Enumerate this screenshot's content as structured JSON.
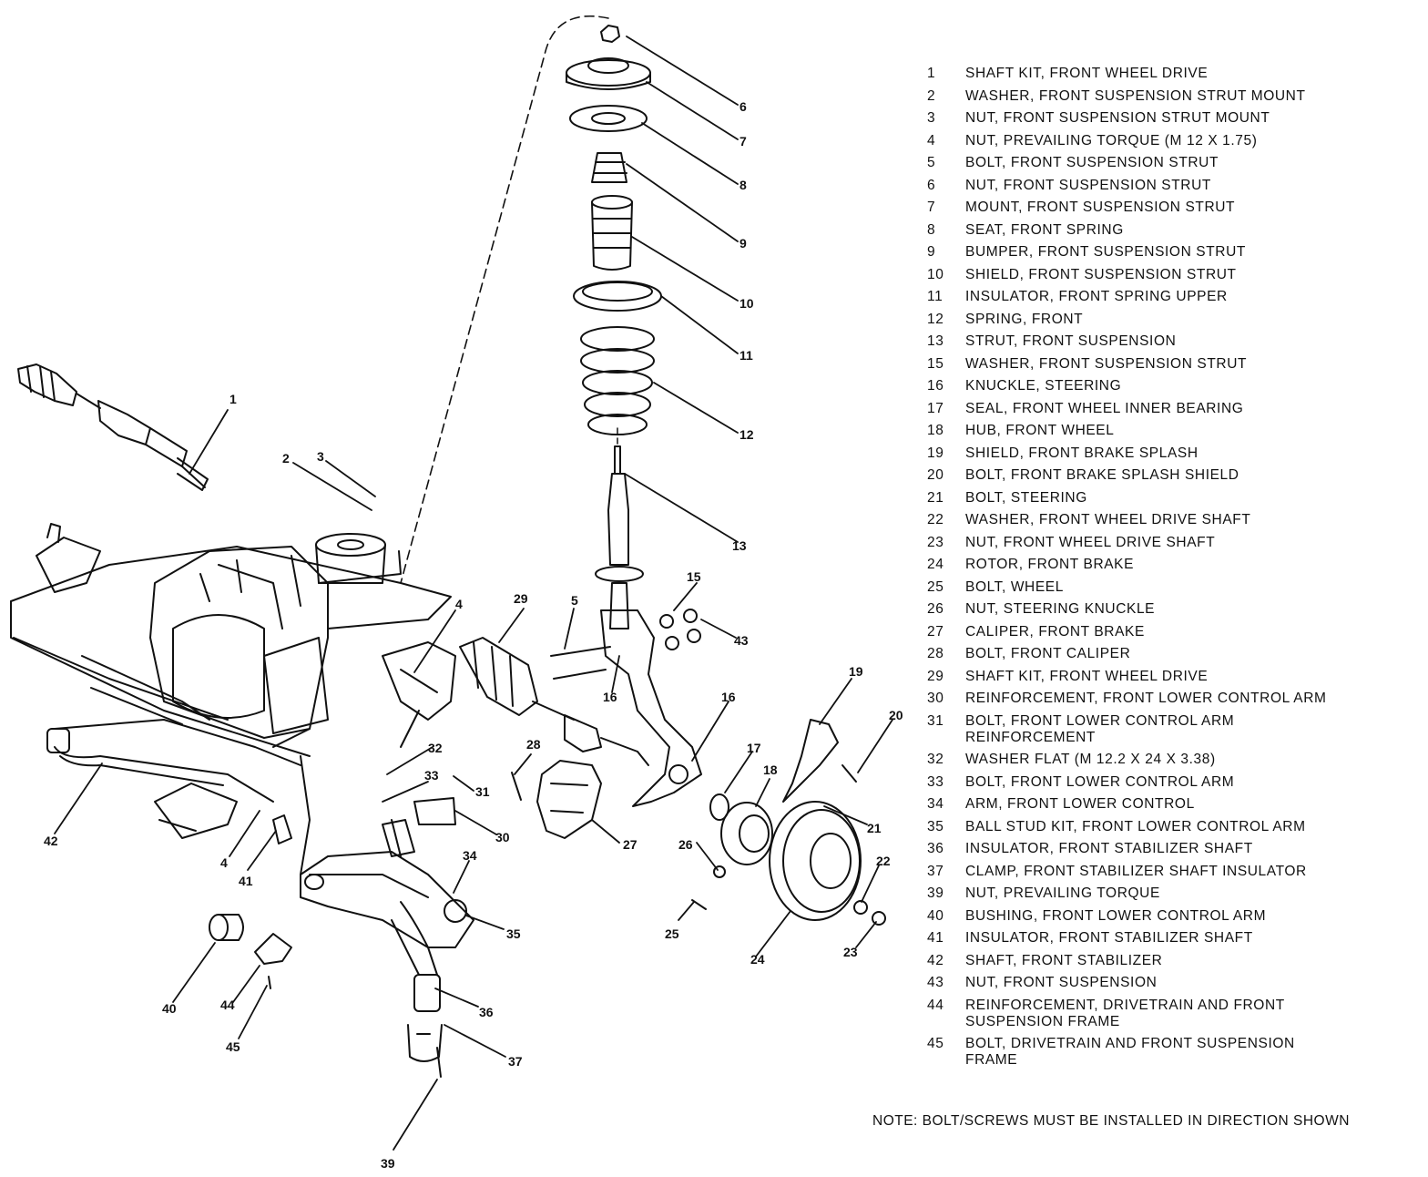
{
  "callouts": [
    "1",
    "2",
    "3",
    "4",
    "5",
    "6",
    "7",
    "8",
    "9",
    "10",
    "11",
    "12",
    "13",
    "15",
    "16",
    "16",
    "17",
    "18",
    "19",
    "20",
    "21",
    "22",
    "23",
    "24",
    "25",
    "26",
    "27",
    "28",
    "29",
    "30",
    "31",
    "32",
    "33",
    "34",
    "35",
    "36",
    "37",
    "39",
    "40",
    "41",
    "42",
    "43",
    "44",
    "45",
    "4"
  ],
  "legend": [
    {
      "num": "1",
      "text": "SHAFT KIT, FRONT WHEEL DRIVE"
    },
    {
      "num": "2",
      "text": "WASHER, FRONT SUSPENSION STRUT MOUNT"
    },
    {
      "num": "3",
      "text": "NUT, FRONT SUSPENSION STRUT MOUNT"
    },
    {
      "num": "4",
      "text": "NUT, PREVAILING TORQUE (M 12 X 1.75)"
    },
    {
      "num": "5",
      "text": "BOLT, FRONT SUSPENSION STRUT"
    },
    {
      "num": "6",
      "text": "NUT, FRONT SUSPENSION STRUT"
    },
    {
      "num": "7",
      "text": "MOUNT, FRONT SUSPENSION STRUT"
    },
    {
      "num": "8",
      "text": "SEAT, FRONT SPRING"
    },
    {
      "num": "9",
      "text": "BUMPER, FRONT SUSPENSION STRUT"
    },
    {
      "num": "10",
      "text": "SHIELD, FRONT SUSPENSION STRUT"
    },
    {
      "num": "11",
      "text": "INSULATOR, FRONT SPRING UPPER"
    },
    {
      "num": "12",
      "text": "SPRING, FRONT"
    },
    {
      "num": "13",
      "text": "STRUT, FRONT SUSPENSION"
    },
    {
      "num": "15",
      "text": "WASHER, FRONT SUSPENSION STRUT"
    },
    {
      "num": "16",
      "text": "KNUCKLE, STEERING"
    },
    {
      "num": "17",
      "text": "SEAL, FRONT WHEEL INNER BEARING"
    },
    {
      "num": "18",
      "text": "HUB, FRONT WHEEL"
    },
    {
      "num": "19",
      "text": "SHIELD, FRONT BRAKE SPLASH"
    },
    {
      "num": "20",
      "text": "BOLT, FRONT BRAKE SPLASH SHIELD"
    },
    {
      "num": "21",
      "text": "BOLT, STEERING"
    },
    {
      "num": "22",
      "text": "WASHER, FRONT WHEEL DRIVE SHAFT"
    },
    {
      "num": "23",
      "text": "NUT, FRONT WHEEL DRIVE SHAFT"
    },
    {
      "num": "24",
      "text": "ROTOR, FRONT BRAKE"
    },
    {
      "num": "25",
      "text": "BOLT, WHEEL"
    },
    {
      "num": "26",
      "text": "NUT, STEERING KNUCKLE"
    },
    {
      "num": "27",
      "text": "CALIPER, FRONT BRAKE"
    },
    {
      "num": "28",
      "text": "BOLT, FRONT CALIPER"
    },
    {
      "num": "29",
      "text": "SHAFT KIT, FRONT WHEEL DRIVE"
    },
    {
      "num": "30",
      "text": "REINFORCEMENT, FRONT LOWER CONTROL ARM"
    },
    {
      "num": "31",
      "text": "BOLT, FRONT LOWER CONTROL ARM\nREINFORCEMENT"
    },
    {
      "num": "32",
      "text": "WASHER FLAT (M 12.2 X 24 X 3.38)"
    },
    {
      "num": "33",
      "text": "BOLT, FRONT LOWER CONTROL ARM"
    },
    {
      "num": "34",
      "text": "ARM, FRONT LOWER CONTROL"
    },
    {
      "num": "35",
      "text": "BALL STUD KIT, FRONT LOWER CONTROL ARM"
    },
    {
      "num": "36",
      "text": "INSULATOR, FRONT STABILIZER SHAFT"
    },
    {
      "num": "37",
      "text": "CLAMP, FRONT STABILIZER SHAFT INSULATOR"
    },
    {
      "num": "39",
      "text": "NUT, PREVAILING TORQUE"
    },
    {
      "num": "40",
      "text": "BUSHING, FRONT LOWER CONTROL ARM"
    },
    {
      "num": "41",
      "text": "INSULATOR, FRONT STABILIZER SHAFT"
    },
    {
      "num": "42",
      "text": "SHAFT, FRONT STABILIZER"
    },
    {
      "num": "43",
      "text": "NUT, FRONT SUSPENSION"
    },
    {
      "num": "44",
      "text": "REINFORCEMENT, DRIVETRAIN AND FRONT\nSUSPENSION FRAME"
    },
    {
      "num": "45",
      "text": "BOLT, DRIVETRAIN AND FRONT SUSPENSION\nFRAME"
    }
  ],
  "note": "NOTE: BOLT/SCREWS MUST BE INSTALLED IN DIRECTION SHOWN"
}
